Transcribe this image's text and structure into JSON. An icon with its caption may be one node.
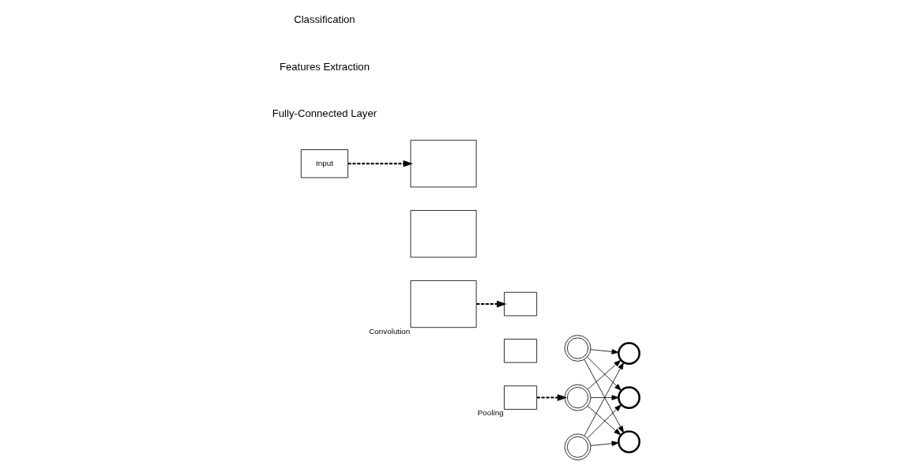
{
  "diagram": {
    "nodes": [
      {
        "text": [
          "Input"
        ]
      },
      {
        "text": [],
        "shape": "box"
      },
      {
        "text": [],
        "shape": "box"
      },
      {
        "text": [],
        "shape": "box",
        "beside": [
          "Convolution"
        ]
      },
      {
        "text": [],
        "shape": "box"
      },
      {
        "text": [],
        "shape": "box"
      },
      {
        "text": [],
        "shape": "box",
        "beside": [
          "Pooling"
        ]
      },
      {
        "text": [],
        "shape": "circle"
      },
      {
        "text": [],
        "shape": "circle"
      },
      {
        "text": [],
        "shape": "circle"
      },
      {
        "text": [],
        "shape": "circle"
      },
      {
        "text": [],
        "shape": "circle"
      },
      {
        "text": [],
        "shape": "circle"
      }
    ],
    "edges": [
      {
        "from": 0,
        "to": 1,
        "arrow": "to",
        "style": "dashed"
      },
      {
        "from": 3,
        "to": 4,
        "arrow": "to",
        "style": "dashed"
      },
      {
        "from": 6,
        "to": 8,
        "arrow": "to",
        "style": "dashed"
      },
      {
        "from": 7,
        "to": 10,
        "arrow": "to"
      },
      {
        "from": 7,
        "to": 11,
        "arrow": "to"
      },
      {
        "from": 7,
        "to": 12,
        "arrow": "to"
      },
      {
        "from": 8,
        "to": 10,
        "arrow": "to"
      },
      {
        "from": 8,
        "to": 11,
        "arrow": "to"
      },
      {
        "from": 8,
        "to": 12,
        "arrow": "to"
      },
      {
        "from": 9,
        "to": 10,
        "arrow": "to"
      },
      {
        "from": 9,
        "to": 11,
        "arrow": "to"
      },
      {
        "from": 9,
        "to": 12,
        "arrow": "to"
      }
    ],
    "labels": [
      "Fully-Connected Layer",
      "Features Extraction",
      "Classification"
    ]
  }
}
